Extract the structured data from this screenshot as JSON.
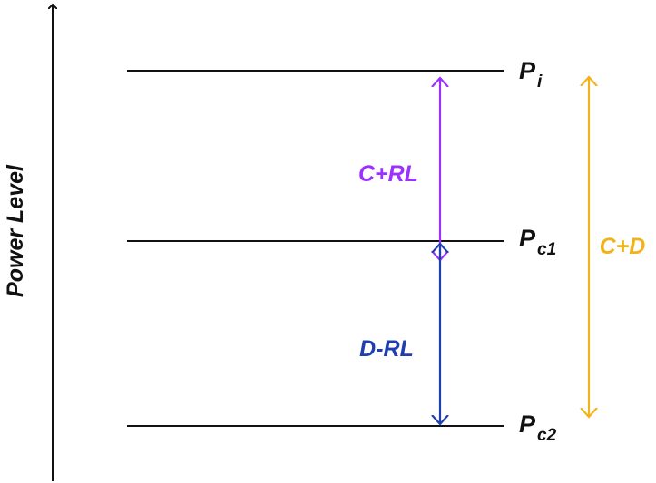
{
  "axis": {
    "title": "Power Level"
  },
  "levels": [
    {
      "symbol": "P",
      "subscript": "i"
    },
    {
      "symbol": "P",
      "subscript": "c1"
    },
    {
      "symbol": "P",
      "subscript": "c2"
    }
  ],
  "arrows": [
    {
      "label": "C+RL",
      "color": "#9b30ff"
    },
    {
      "label": "D-RL",
      "color": "#1f3fb0"
    },
    {
      "label": "C+D",
      "color": "#f2b31a"
    }
  ],
  "colors": {
    "line": "#111111"
  }
}
